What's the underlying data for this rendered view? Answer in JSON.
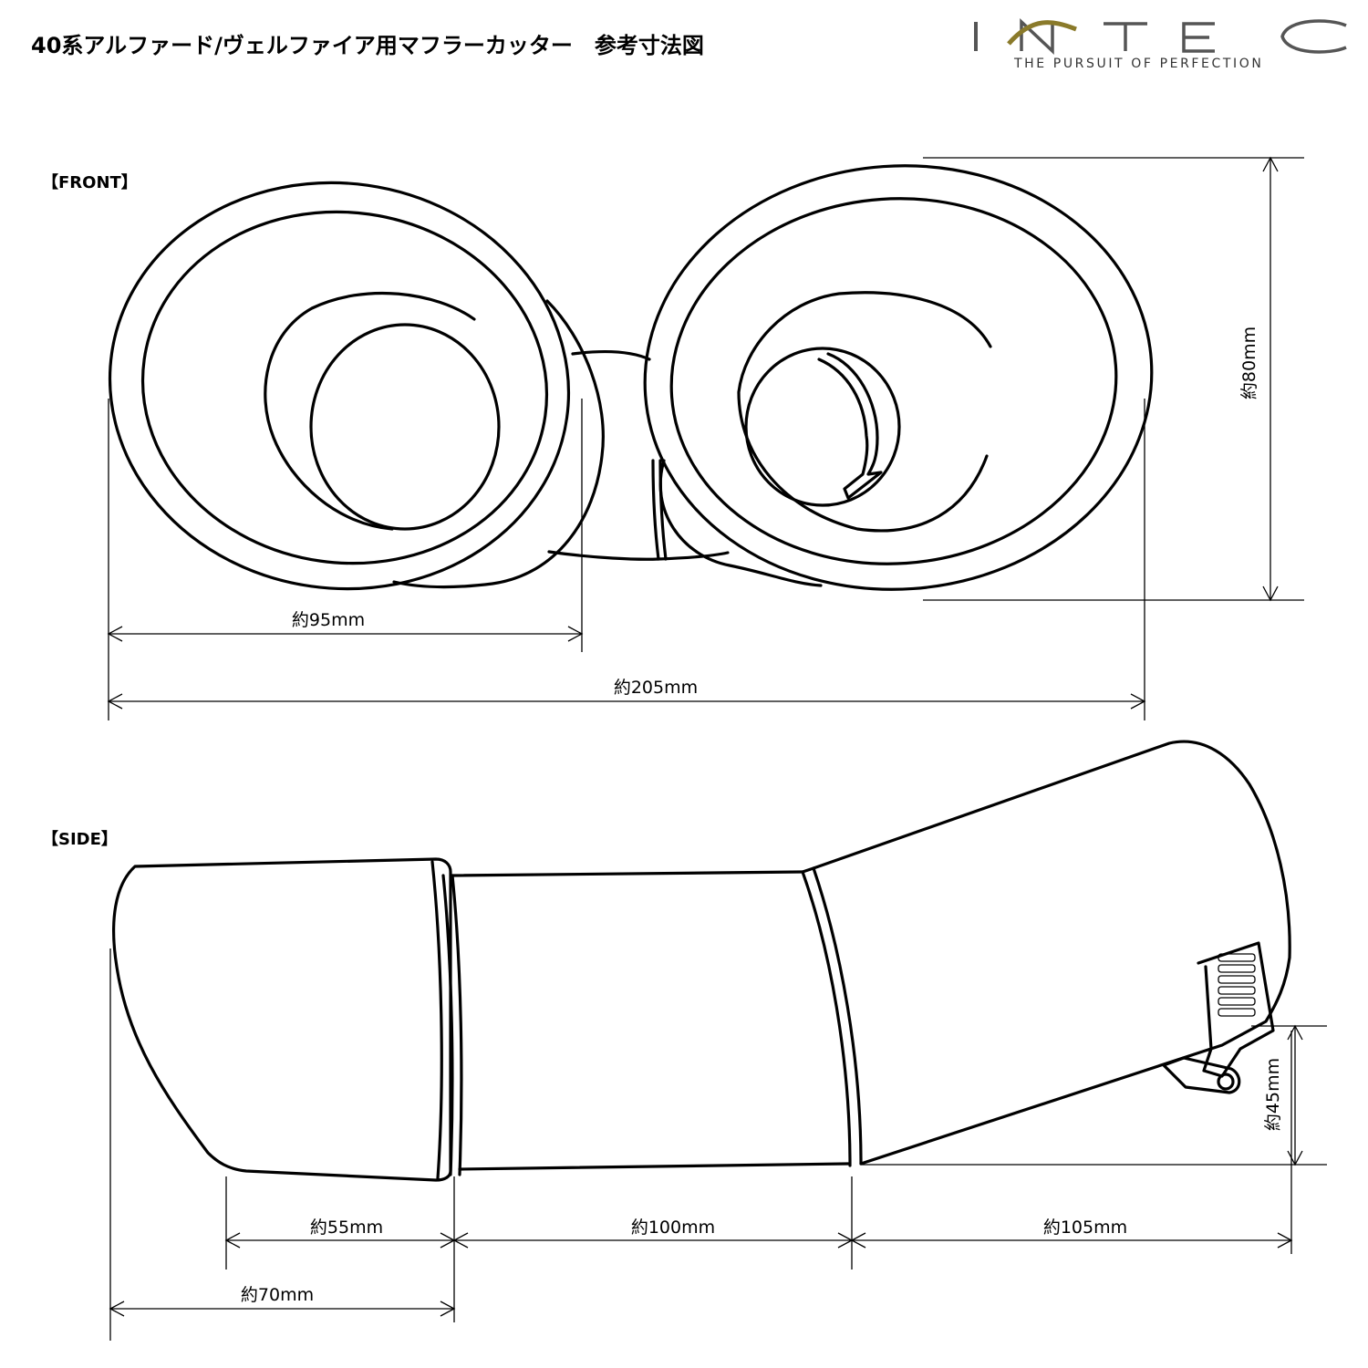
{
  "title": "40系アルファード/ヴェルファイア用マフラーカッター　参考寸法図",
  "logo": {
    "wordmark": "INTEC",
    "tagline": "THE PURSUIT OF PERFECTION",
    "accent_color": "#8a7a2a"
  },
  "views": {
    "front_label": "【FRONT】",
    "side_label": "【SIDE】"
  },
  "dimensions": {
    "front_single_width": "約95mm",
    "front_total_width": "約205mm",
    "front_height": "約80mm",
    "side_tip_length": "約55mm",
    "side_tip_full_length": "約70mm",
    "side_middle_length": "約100mm",
    "side_rear_length": "約105mm",
    "side_clamp_height": "約45mm"
  }
}
